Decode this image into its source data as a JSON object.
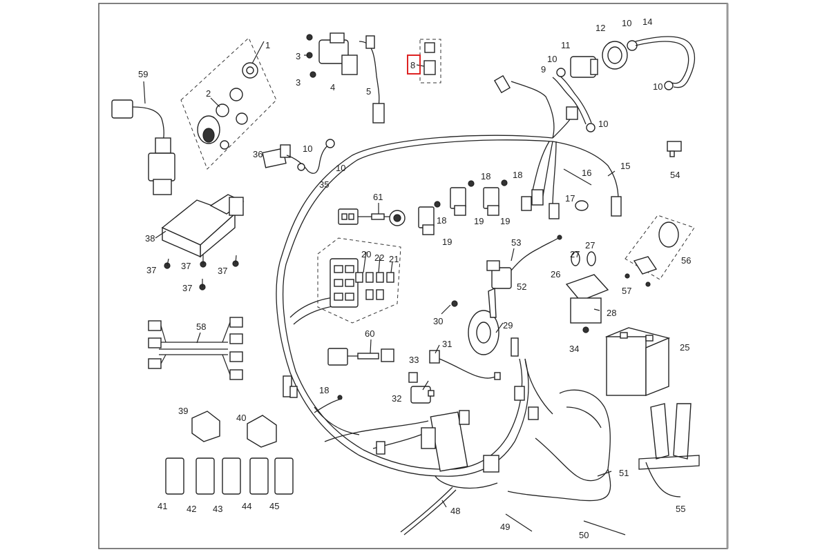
{
  "diagram": {
    "highlight_color": "#dd2222",
    "labels": {
      "l1": "1",
      "l2": "2",
      "l3a": "3",
      "l3b": "3",
      "l4": "4",
      "l5": "5",
      "l8": "8",
      "l9": "9",
      "l10a": "10",
      "l10b": "10",
      "l10c": "10",
      "l10d": "10",
      "l10e": "10",
      "l10f": "10",
      "l11": "11",
      "l12": "12",
      "l14": "14",
      "l15": "15",
      "l16": "16",
      "l17": "17",
      "l18a": "18",
      "l18b": "18",
      "l18c": "18",
      "l18d": "18",
      "l19a": "19",
      "l19b": "19",
      "l19c": "19",
      "l20": "20",
      "l21": "21",
      "l22": "22",
      "l25": "25",
      "l26": "26",
      "l27a": "27",
      "l27b": "27",
      "l28": "28",
      "l29": "29",
      "l30": "30",
      "l31": "31",
      "l32": "32",
      "l33": "33",
      "l34": "34",
      "l35": "35",
      "l36": "36",
      "l37a": "37",
      "l37b": "37",
      "l37c": "37",
      "l37d": "37",
      "l38": "38",
      "l39": "39",
      "l40": "40",
      "l41": "41",
      "l42": "42",
      "l43": "43",
      "l44": "44",
      "l45": "45",
      "l48": "48",
      "l49": "49",
      "l50": "50",
      "l51": "51",
      "l52": "52",
      "l53": "53",
      "l54": "54",
      "l55": "55",
      "l56": "56",
      "l57": "57",
      "l58": "58",
      "l59": "59",
      "l60": "60",
      "l61": "61"
    }
  }
}
